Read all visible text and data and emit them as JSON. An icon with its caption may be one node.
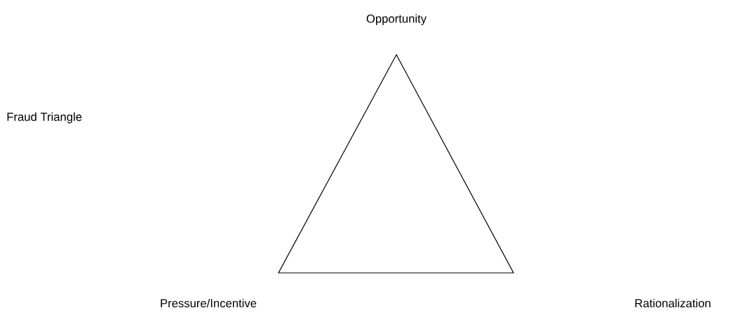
{
  "diagram": {
    "title": "Fraud Triangle",
    "nodes": [
      {
        "text": [],
        "shape": "triangle"
      }
    ],
    "labels": [
      "Opportunity",
      "Pressure/Incentive",
      "Rationalization"
    ]
  }
}
